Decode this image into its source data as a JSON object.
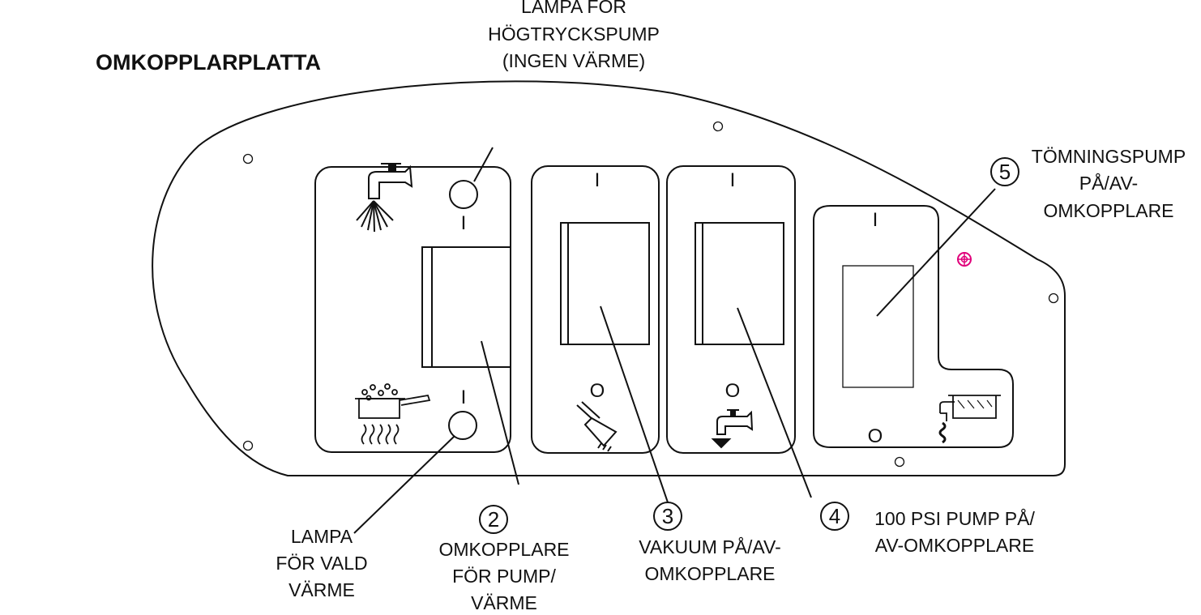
{
  "title": "OMKOPPLARPLATTA",
  "labels": {
    "lamp_high_pressure": [
      "LAMPA FÖR",
      "HÖGTRYCKSPUMP",
      "(INGEN VÄRME)"
    ],
    "lamp_selected_heat": [
      "LAMPA",
      "FÖR VALD",
      "VÄRME"
    ],
    "switch_pump_heat": [
      "OMKOPPLARE",
      "FÖR PUMP/",
      "VÄRME"
    ],
    "switch_vacuum": [
      "VAKUUM PÅ/AV-",
      "OMKOPPLARE"
    ],
    "switch_100psi": [
      "100 PSI PUMP PÅ/",
      "AV-OMKOPPLARE"
    ],
    "switch_drain": [
      "TÖMNINGSPUMP",
      "PÅ/AV-",
      "OMKOPPLARE"
    ]
  },
  "callouts": {
    "c2": "2",
    "c3": "3",
    "c4": "4",
    "c5": "5"
  },
  "switch_marks": {
    "on": "I",
    "off": "O"
  },
  "colors": {
    "line": "#111111",
    "accent": "#e0007a"
  },
  "icons": [
    "faucet-spray-icon",
    "cooking-pot-heat-icon",
    "vacuum-wand-icon",
    "faucet-icon",
    "drain-tank-icon",
    "grounding-screw-icon"
  ]
}
